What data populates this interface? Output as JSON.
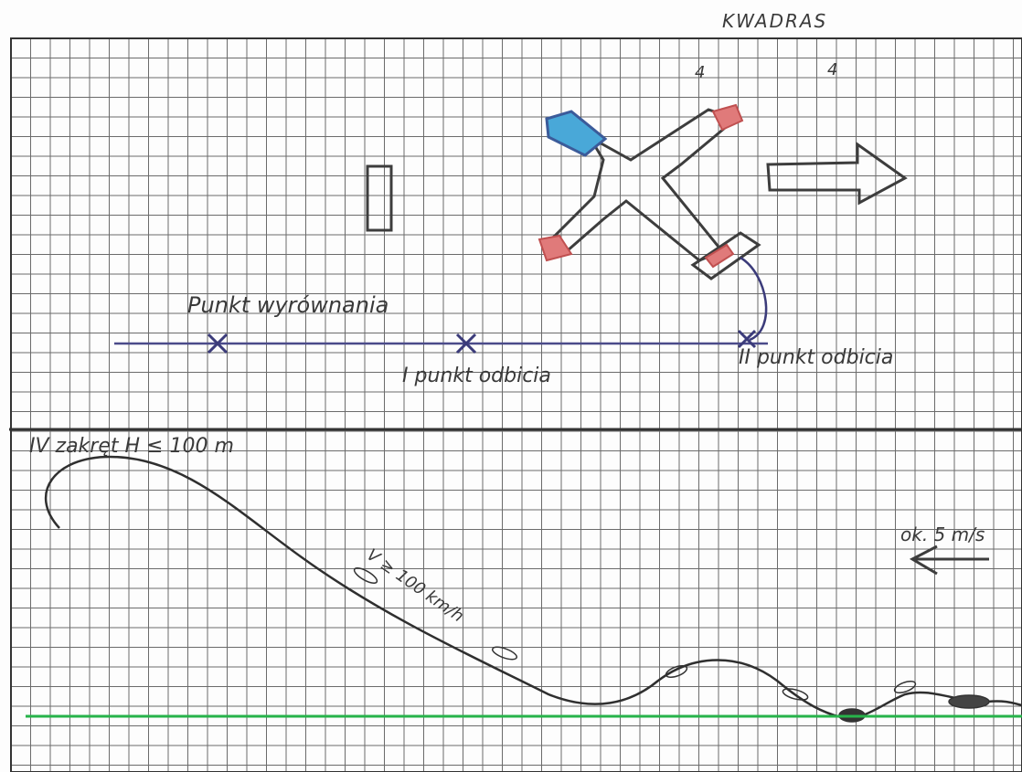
{
  "sheet": {
    "header_label": "KWADRAS",
    "square_number_left": "4",
    "square_number_right": "4"
  },
  "top_view": {
    "label_punkt_wyrownania": "Punkt wyrównania",
    "label_punkt_oderwania_1": "I punkt odbicia",
    "label_punkt_oderwania_2": "II punkt odbicia",
    "roman_1": "I",
    "roman_2": "II"
  },
  "side_view": {
    "label_zakret": "IV zakręt H ≤ 100 m",
    "label_speed": "V ≥ 100 km/h",
    "label_wind": "ok. 5 m/s"
  },
  "colors": {
    "grid": "#6b6b6b",
    "ink": "#3d3d3d",
    "blue_ink": "#3b3b7a",
    "green_ground": "#27b34a",
    "blue_fill": "#49a8d8",
    "red_fill": "#e07a7a"
  }
}
